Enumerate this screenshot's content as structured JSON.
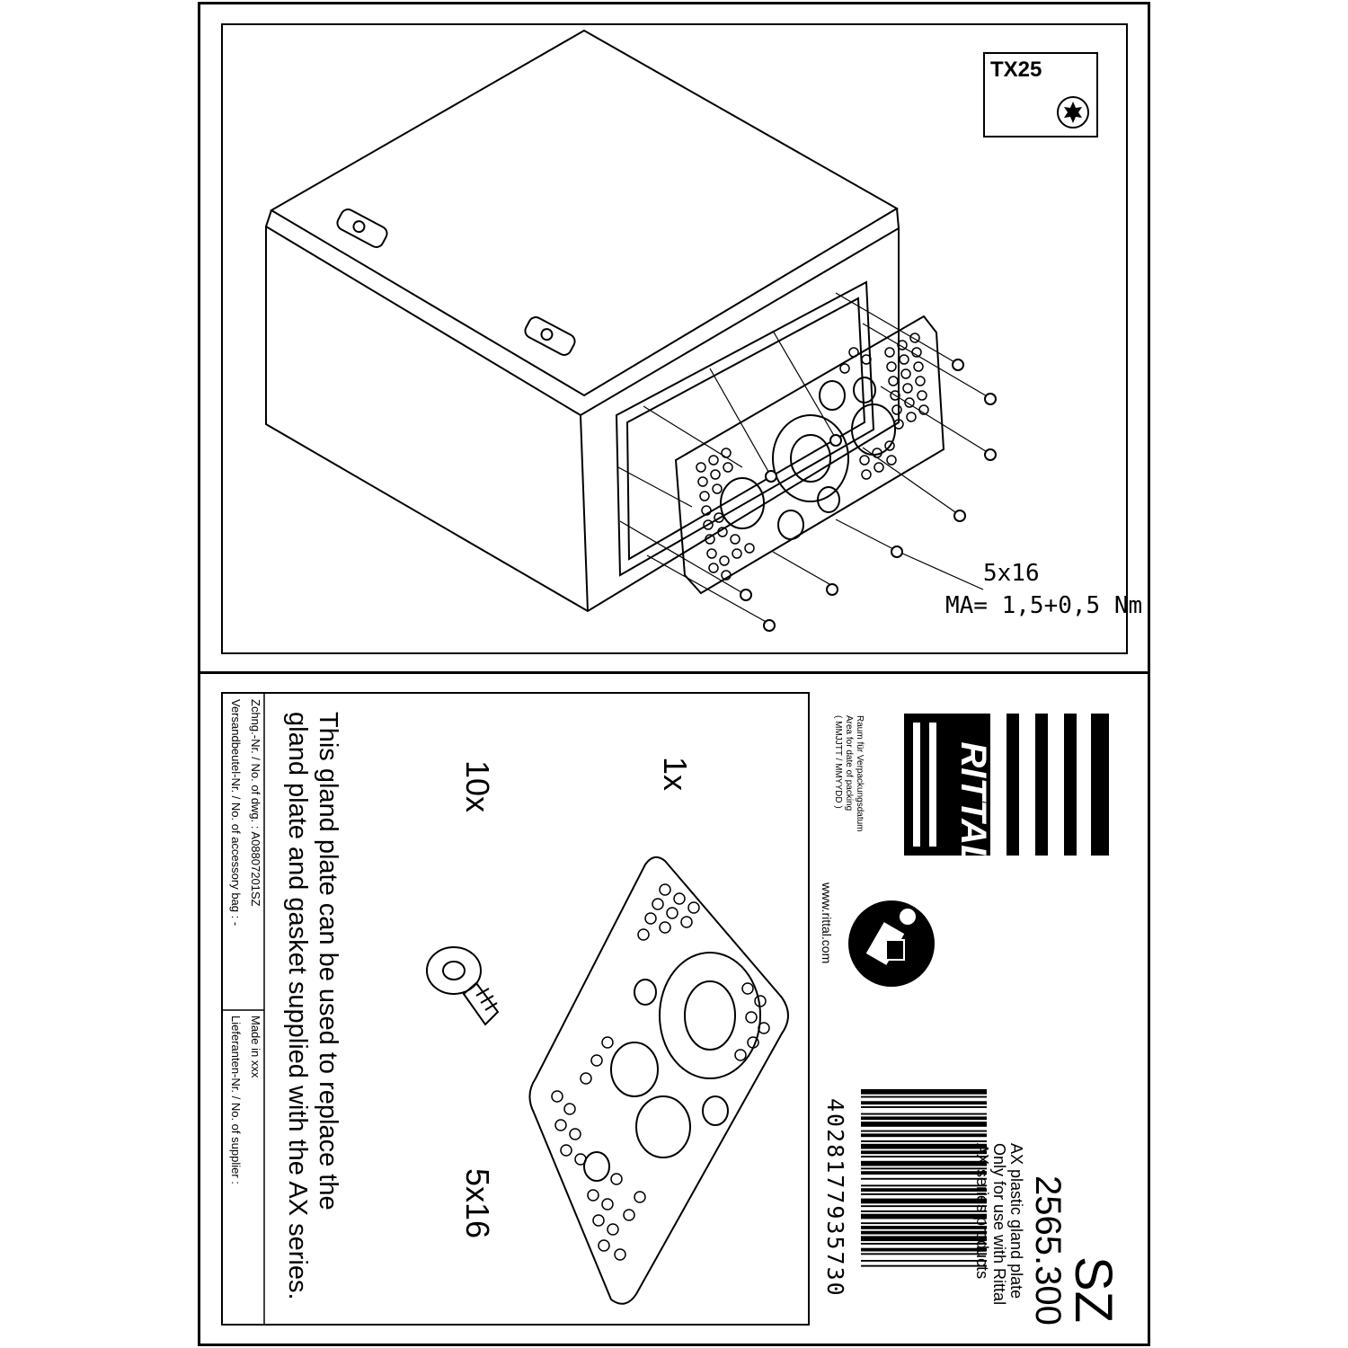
{
  "tool": {
    "label": "TX25",
    "icon": "torx-icon"
  },
  "screw_spec": {
    "size": "5x16",
    "torque": "MA= 1,5+0,5 Nm"
  },
  "brand": {
    "name": "RITTAL",
    "website": "www.rittal.com"
  },
  "packing_area": {
    "line1": "Raum für Verpackungsdatum",
    "line2": "Area for date of packing",
    "line3": "( MMJJTT / MMYYDD )"
  },
  "contents": {
    "plate_qty": "1x",
    "screw_qty": "10x",
    "screw_size": "5x16"
  },
  "description": {
    "line1": "This gland plate can be used to replace the",
    "line2": "gland plate and gasket supplied with the AX series."
  },
  "footer": {
    "dwg_no": "Zchng.-Nr. / No. of dwg. : A08807201SZ",
    "bag_no": "Versandbeutel-Nr. / No. of accessory bag : -",
    "made_in": "Made in xxx",
    "supplier_no": "Lieferanten-Nr. / No. of supplier :"
  },
  "product": {
    "code": "SZ",
    "number": "2565.300",
    "name": "AX plastic gland plate",
    "note1": "Only for use with Rittal",
    "note2": "AX series products",
    "ean": "4028177935730"
  }
}
